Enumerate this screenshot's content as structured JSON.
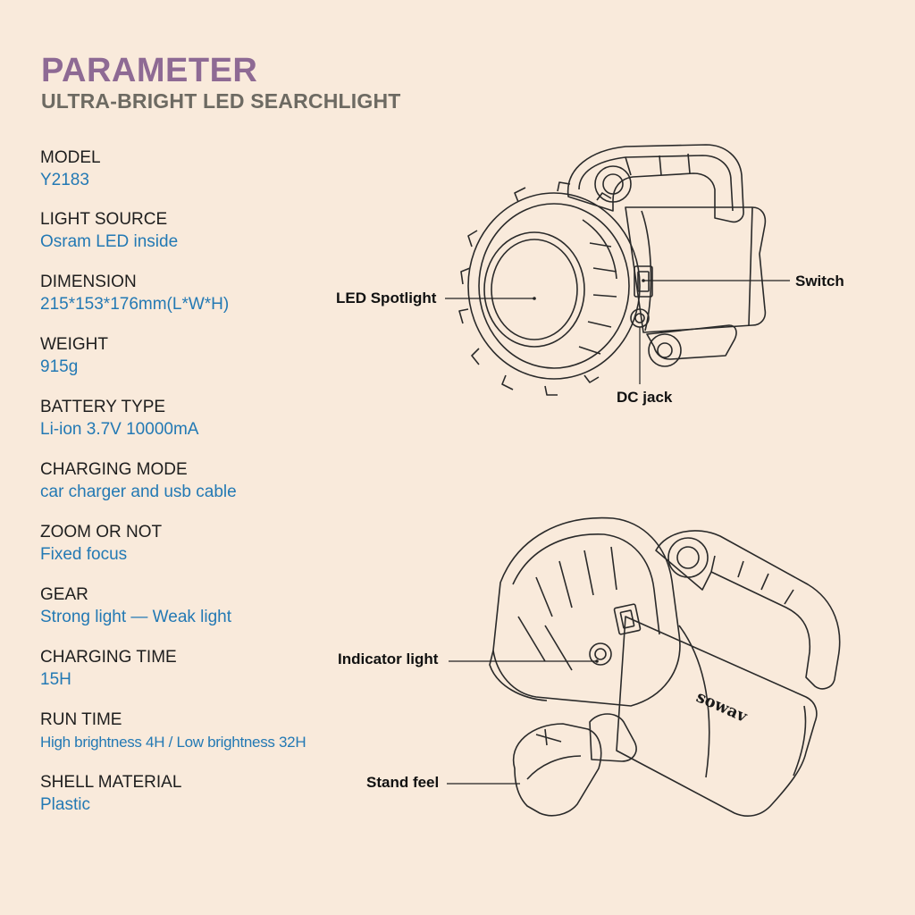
{
  "header": {
    "title": "PARAMETER",
    "subtitle": "ULTRA-BRIGHT LED SEARCHLIGHT"
  },
  "specs": [
    {
      "label": "MODEL",
      "value": "Y2183"
    },
    {
      "label": "LIGHT SOURCE",
      "value": "Osram LED inside"
    },
    {
      "label": "DIMENSION",
      "value": "215*153*176mm(L*W*H)"
    },
    {
      "label": "WEIGHT",
      "value": "915g"
    },
    {
      "label": "BATTERY TYPE",
      "value": "Li-ion 3.7V 10000mA"
    },
    {
      "label": "CHARGING MODE",
      "value": "car charger and usb cable"
    },
    {
      "label": "ZOOM OR NOT",
      "value": "Fixed focus"
    },
    {
      "label": "GEAR",
      "value": "Strong light — Weak light"
    },
    {
      "label": "CHARGING TIME",
      "value": "15H"
    },
    {
      "label": "RUN TIME",
      "value": "High brightness 4H / Low brightness 32H"
    },
    {
      "label": "SHELL MATERIAL",
      "value": "Plastic"
    }
  ],
  "callouts": {
    "led_spotlight": "LED Spotlight",
    "switch": "Switch",
    "dc_jack": "DC jack",
    "indicator_light": "Indicator light",
    "stand_feel": "Stand feel"
  },
  "brand": "sowav",
  "colors": {
    "background": "#f9eadb",
    "title": "#8e6a94",
    "subtitle": "#6d6a62",
    "value": "#2379b4",
    "line": "#2a2a2a"
  }
}
